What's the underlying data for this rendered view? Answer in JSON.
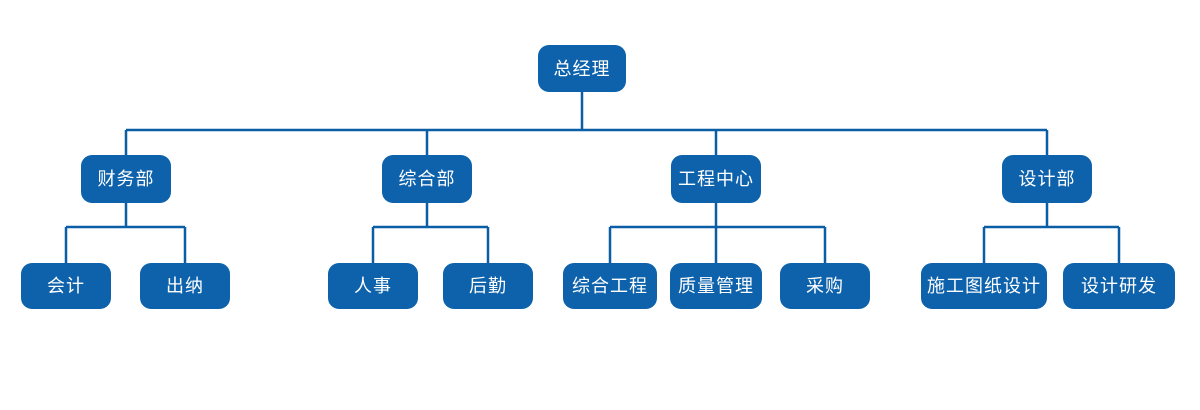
{
  "colors": {
    "node_fill": "#0d62ab",
    "line_color": "#0a5ea6",
    "text_color": "#ffffff",
    "background": "#ffffff"
  },
  "org_chart": {
    "type": "organization-tree",
    "root": {
      "label": "总经理"
    },
    "departments": [
      {
        "label": "财务部",
        "children": [
          {
            "label": "会计"
          },
          {
            "label": "出纳"
          }
        ]
      },
      {
        "label": "综合部",
        "children": [
          {
            "label": "人事"
          },
          {
            "label": "后勤"
          }
        ]
      },
      {
        "label": "工程中心",
        "children": [
          {
            "label": "综合工程"
          },
          {
            "label": "质量管理"
          },
          {
            "label": "采购"
          }
        ]
      },
      {
        "label": "设计部",
        "children": [
          {
            "label": "施工图纸设计"
          },
          {
            "label": "设计研发"
          }
        ]
      }
    ]
  }
}
